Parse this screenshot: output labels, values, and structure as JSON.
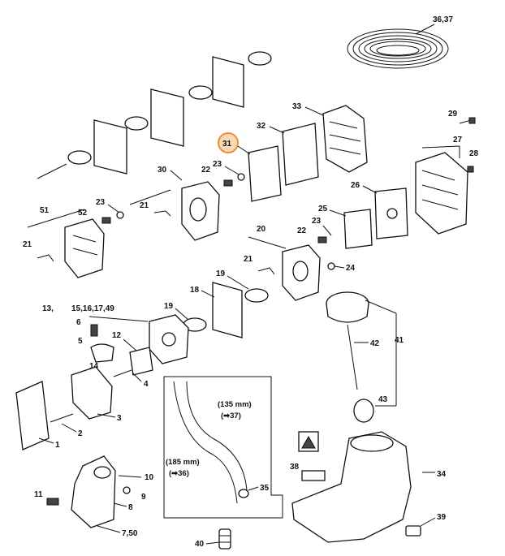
{
  "callouts": {
    "c3637": "36,37",
    "c33": "33",
    "c32": "32",
    "c31": "31",
    "c29": "29",
    "c27": "27",
    "c28": "28",
    "c30": "30",
    "c22a": "22",
    "c23a": "23",
    "c26": "26",
    "c51": "51",
    "c23b": "23",
    "c52": "52",
    "c21a": "21",
    "c21b": "21",
    "c25": "25",
    "c20": "20",
    "c23c": "23",
    "c22b": "22",
    "c21c": "21",
    "c24": "24",
    "c19a": "19",
    "c18": "18",
    "c13": "13,",
    "c15": "15,16,17,49",
    "c19b": "19",
    "c6": "6",
    "c12": "12",
    "c5": "5",
    "c14": "14",
    "c4": "4",
    "c42": "42",
    "c41": "41",
    "c43": "43",
    "c3": "3",
    "c2": "2",
    "c1": "1",
    "c38": "38",
    "c34": "34",
    "c35": "35",
    "c39": "39",
    "c40": "40",
    "c10": "10",
    "c9": "9",
    "c8": "8",
    "c11": "11",
    "c750": "7,50"
  },
  "dimensions": {
    "hose_short": "(135 mm)",
    "hose_short_ref": "(➡37)",
    "hose_long": "(185 mm)",
    "hose_long_ref": "(➡36)"
  },
  "highlight": {
    "selected_part": "31",
    "color": "#f8d9b8"
  }
}
